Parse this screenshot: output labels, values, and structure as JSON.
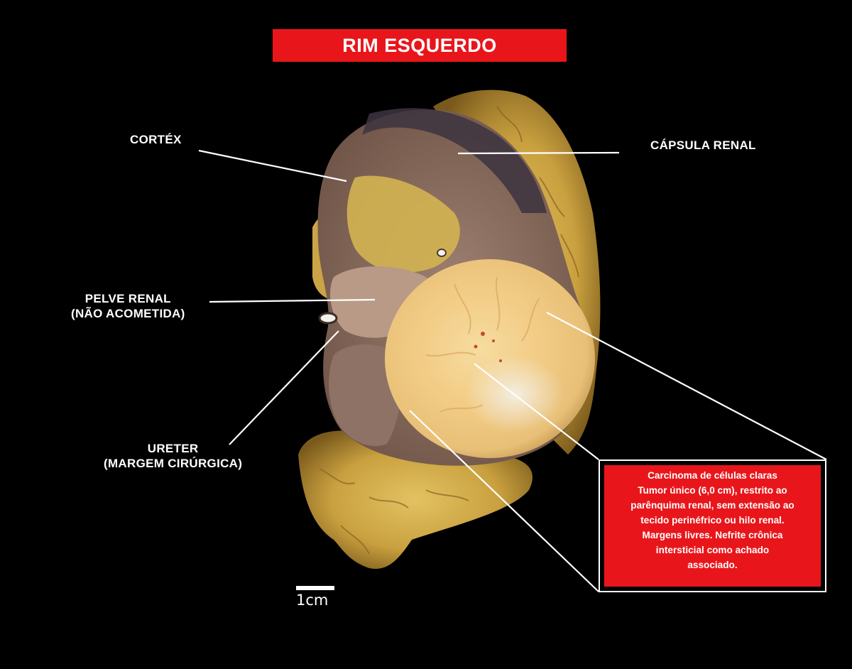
{
  "title": "RIM ESQUERDO",
  "labels": {
    "cortex": "CORTÉX",
    "capsula": "CÁPSULA RENAL",
    "pelve_line1": "PELVE RENAL",
    "pelve_line2": "(NÃO ACOMETIDA)",
    "ureter_line1": "URETER",
    "ureter_line2": "(MARGEM CIRÚRGICA)"
  },
  "diagnosis": {
    "line1": "Carcinoma de células claras",
    "line2": "Tumor único (6,0 cm), restrito ao",
    "line3": "parênquima renal, sem extensão ao",
    "line4": "tecido perinéfrico ou hilo renal.",
    "line5": "Margens livres. Nefrite crônica",
    "line6": "intersticial como achado",
    "line7": "associado."
  },
  "scale": {
    "label": "1cm"
  },
  "colors": {
    "banner": "#e8161b",
    "background": "#000000",
    "text": "#ffffff"
  }
}
